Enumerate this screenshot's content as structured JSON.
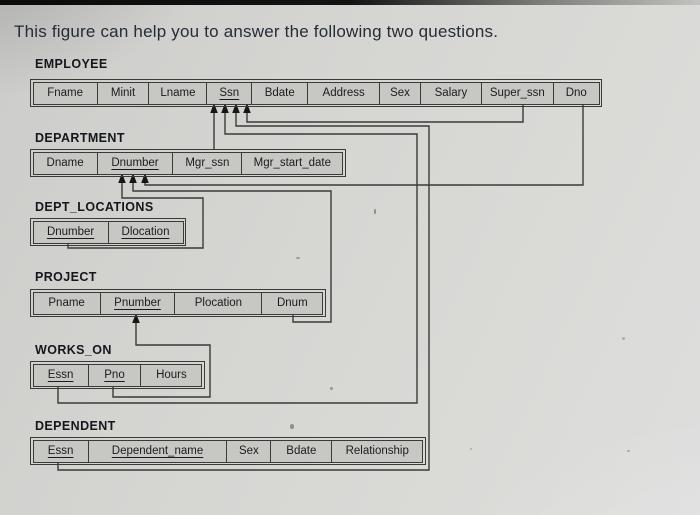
{
  "heading": "This figure can help you to answer the following two questions.",
  "diagram": {
    "tables": [
      {
        "name": "EMPLOYEE",
        "fields": [
          {
            "label": "Fname",
            "underline": false
          },
          {
            "label": "Minit",
            "underline": false
          },
          {
            "label": "Lname",
            "underline": false
          },
          {
            "label": "Ssn",
            "underline": true
          },
          {
            "label": "Bdate",
            "underline": false
          },
          {
            "label": "Address",
            "underline": false
          },
          {
            "label": "Sex",
            "underline": false
          },
          {
            "label": "Salary",
            "underline": false
          },
          {
            "label": "Super_ssn",
            "underline": false
          },
          {
            "label": "Dno",
            "underline": false
          }
        ]
      },
      {
        "name": "DEPARTMENT",
        "fields": [
          {
            "label": "Dname",
            "underline": false
          },
          {
            "label": "Dnumber",
            "underline": true
          },
          {
            "label": "Mgr_ssn",
            "underline": false
          },
          {
            "label": "Mgr_start_date",
            "underline": false
          }
        ]
      },
      {
        "name": "DEPT_LOCATIONS",
        "fields": [
          {
            "label": "Dnumber",
            "underline": true
          },
          {
            "label": "Dlocation",
            "underline": true
          }
        ]
      },
      {
        "name": "PROJECT",
        "fields": [
          {
            "label": "Pname",
            "underline": false
          },
          {
            "label": "Pnumber",
            "underline": true
          },
          {
            "label": "Plocation",
            "underline": false
          },
          {
            "label": "Dnum",
            "underline": false
          }
        ]
      },
      {
        "name": "WORKS_ON",
        "fields": [
          {
            "label": "Essn",
            "underline": true
          },
          {
            "label": "Pno",
            "underline": true
          },
          {
            "label": "Hours",
            "underline": false
          }
        ]
      },
      {
        "name": "DEPENDENT",
        "fields": [
          {
            "label": "Essn",
            "underline": true
          },
          {
            "label": "Dependent_name",
            "underline": true
          },
          {
            "label": "Sex",
            "underline": false
          },
          {
            "label": "Bdate",
            "underline": false
          },
          {
            "label": "Relationship",
            "underline": false
          }
        ]
      }
    ],
    "foreign_keys": [
      {
        "from": "DEPARTMENT.Mgr_ssn",
        "to": "EMPLOYEE.Ssn"
      },
      {
        "from": "EMPLOYEE.Super_ssn",
        "to": "EMPLOYEE.Ssn"
      },
      {
        "from": "WORKS_ON.Essn",
        "to": "EMPLOYEE.Ssn"
      },
      {
        "from": "DEPENDENT.Essn",
        "to": "EMPLOYEE.Ssn"
      },
      {
        "from": "EMPLOYEE.Dno",
        "to": "DEPARTMENT.Dnumber"
      },
      {
        "from": "DEPT_LOCATIONS.Dnumber",
        "to": "DEPARTMENT.Dnumber"
      },
      {
        "from": "PROJECT.Dnum",
        "to": "DEPARTMENT.Dnumber"
      },
      {
        "from": "WORKS_ON.Pno",
        "to": "PROJECT.Pnumber"
      }
    ]
  },
  "colors": {
    "page_bg": "#d5d5d2",
    "cell_bg": "#c7c8c4",
    "line": "#3a3a38",
    "arrow": "#161616",
    "text": "#1a1c1e",
    "heading_text": "#262d38"
  }
}
